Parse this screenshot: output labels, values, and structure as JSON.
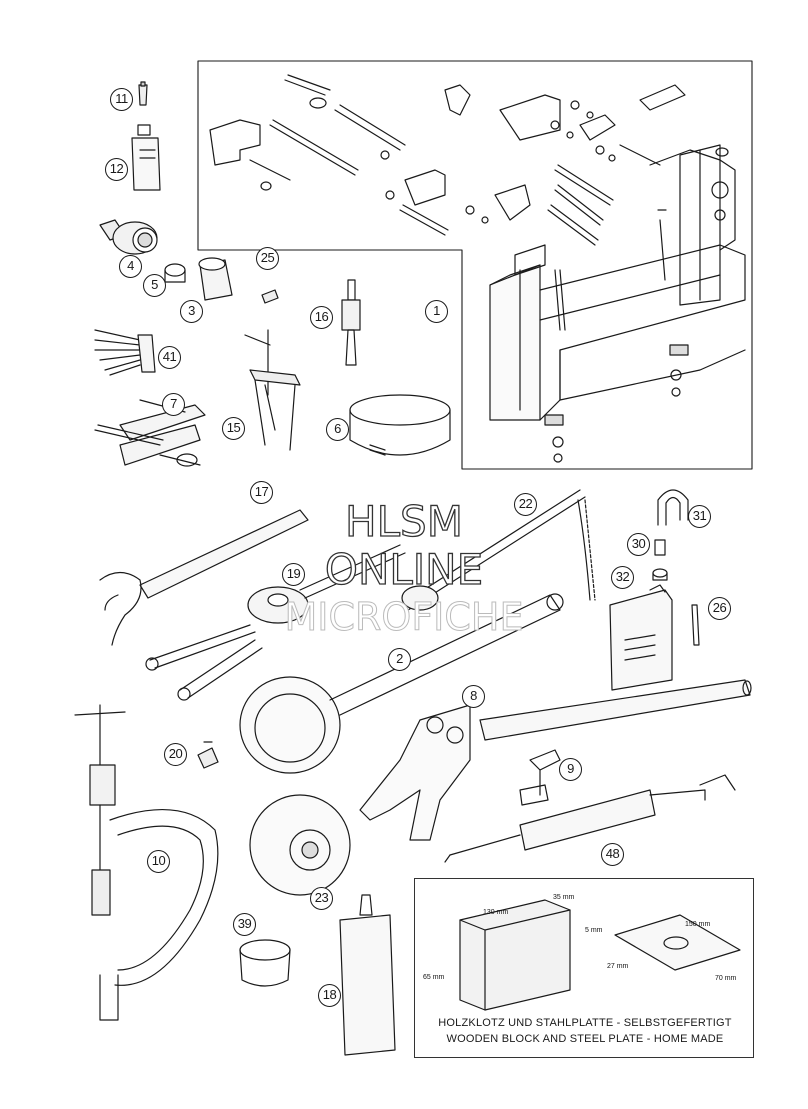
{
  "watermark": {
    "line1": "HLSM",
    "line2": "ONLINE",
    "line3": "MICROFICHE"
  },
  "callouts": [
    {
      "id": "c11",
      "label": "11"
    },
    {
      "id": "c12",
      "label": "12"
    },
    {
      "id": "c4",
      "label": "4"
    },
    {
      "id": "c5",
      "label": "5"
    },
    {
      "id": "c3",
      "label": "3"
    },
    {
      "id": "c25",
      "label": "25"
    },
    {
      "id": "c16",
      "label": "16"
    },
    {
      "id": "c1",
      "label": "1"
    },
    {
      "id": "c41",
      "label": "41"
    },
    {
      "id": "c7",
      "label": "7"
    },
    {
      "id": "c15",
      "label": "15"
    },
    {
      "id": "c6",
      "label": "6"
    },
    {
      "id": "c17",
      "label": "17"
    },
    {
      "id": "c22",
      "label": "22"
    },
    {
      "id": "c31",
      "label": "31"
    },
    {
      "id": "c30",
      "label": "30"
    },
    {
      "id": "c32",
      "label": "32"
    },
    {
      "id": "c19",
      "label": "19"
    },
    {
      "id": "c26",
      "label": "26"
    },
    {
      "id": "c2",
      "label": "2"
    },
    {
      "id": "c8",
      "label": "8"
    },
    {
      "id": "c20",
      "label": "20"
    },
    {
      "id": "c9",
      "label": "9"
    },
    {
      "id": "c10",
      "label": "10"
    },
    {
      "id": "c48",
      "label": "48"
    },
    {
      "id": "c23",
      "label": "23"
    },
    {
      "id": "c39",
      "label": "39"
    },
    {
      "id": "c18",
      "label": "18"
    }
  ],
  "note_box": {
    "caption_de": "HOLZKLOTZ UND STAHLPLATTE - SELBSTGEFERTIGT",
    "caption_en": "WOODEN BLOCK AND STEEL PLATE - HOME MADE",
    "dims": {
      "block_length": "130 mm",
      "block_width": "35 mm",
      "block_height": "65 mm",
      "plate_thickness": "5 mm",
      "plate_length": "150 mm",
      "hole_diameter": "27 mm",
      "plate_width": "70 mm"
    }
  }
}
